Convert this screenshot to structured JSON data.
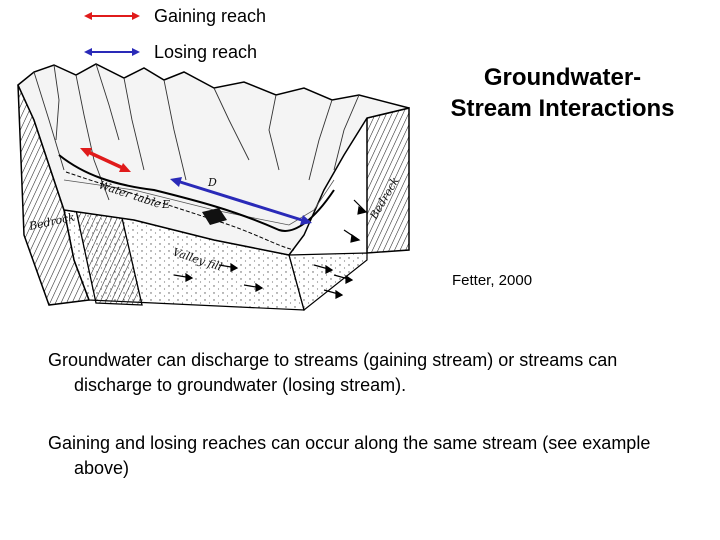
{
  "legend": {
    "gaining_label": "Gaining reach",
    "losing_label": "Losing reach",
    "gaining_color": "#e01b1b",
    "losing_color": "#2a2ab8"
  },
  "title": {
    "line1": "Groundwater-",
    "line2": "Stream Interactions"
  },
  "citation": "Fetter, 2000",
  "figure": {
    "labels": {
      "water_table": "Water table",
      "bedrock_left": "Bedrock",
      "bedrock_right": "Bedrock",
      "valley_fill": "Valley fill",
      "D": "D",
      "E": "E"
    }
  },
  "paragraphs": [
    "Groundwater can discharge to streams (gaining stream) or streams can discharge to groundwater (losing stream).",
    "Gaining and losing reaches can occur along the same stream (see example above)"
  ]
}
